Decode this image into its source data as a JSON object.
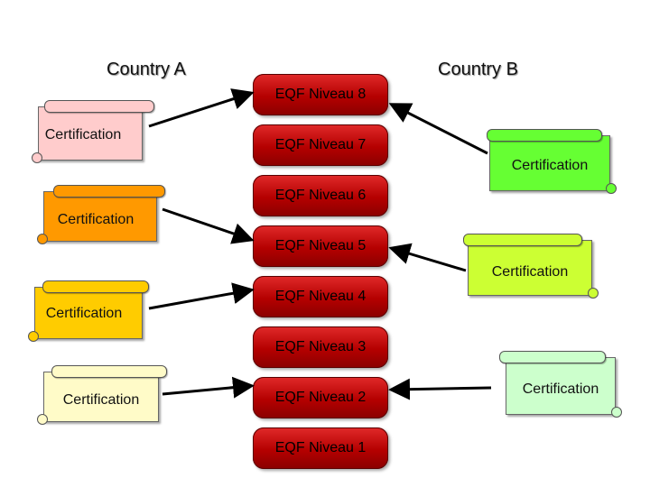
{
  "countries": {
    "a": "Country A",
    "b": "Country B"
  },
  "levels": [
    "EQF Niveau 8",
    "EQF Niveau 7",
    "EQF Niveau 6",
    "EQF Niveau 5",
    "EQF Niveau 4",
    "EQF Niveau 3",
    "EQF Niveau 2",
    "EQF Niveau 1"
  ],
  "certifications_country_a": [
    {
      "label": "Certification",
      "color": "#ffcccc"
    },
    {
      "label": "Certification",
      "color": "#ff9900"
    },
    {
      "label": "Certification",
      "color": "#ffcc00"
    },
    {
      "label": "Certification",
      "color": "#fffbc8"
    }
  ],
  "certifications_country_b": [
    {
      "label": "Certification",
      "color": "#66ff33"
    },
    {
      "label": "Certification",
      "color": "#ccff33"
    },
    {
      "label": "Certification",
      "color": "#ccffcc"
    }
  ]
}
